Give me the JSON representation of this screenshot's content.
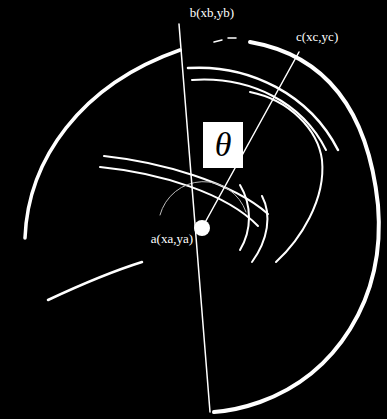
{
  "diagram": {
    "nodes": [
      {
        "text": [
          "θ"
        ]
      }
    ],
    "labels": [
      "b(xb,yb)",
      "c(xc,yc)",
      "a(xa,ya)"
    ]
  }
}
